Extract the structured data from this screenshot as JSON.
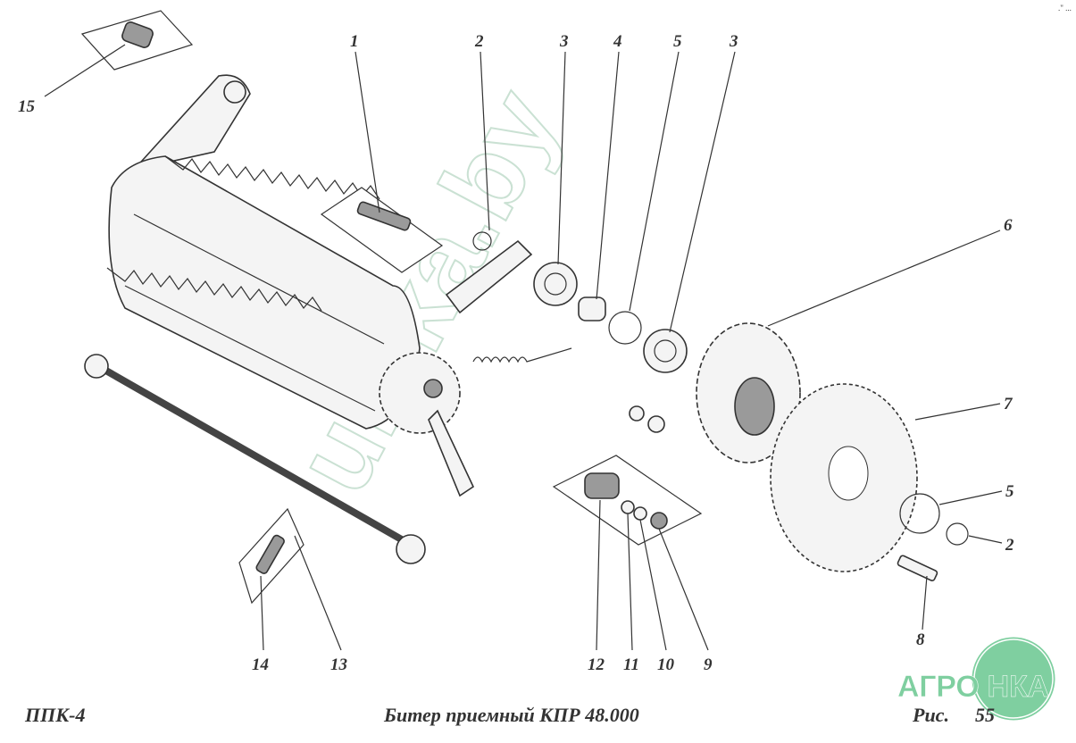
{
  "figure": {
    "machine_code": "ППК-4",
    "title": "Битер приемный КПР 48.000",
    "figure_label": "Рис.",
    "figure_number": "55",
    "corner_mark": ".\" ...",
    "watermark": "unika.by",
    "logo_text": "АГРОНКА",
    "logo_color": "#7fcfa0"
  },
  "callouts": [
    "15",
    "1",
    "2",
    "3",
    "4",
    "5",
    "3",
    "6",
    "7",
    "5",
    "2",
    "8",
    "14",
    "13",
    "12",
    "11",
    "10",
    "9"
  ]
}
